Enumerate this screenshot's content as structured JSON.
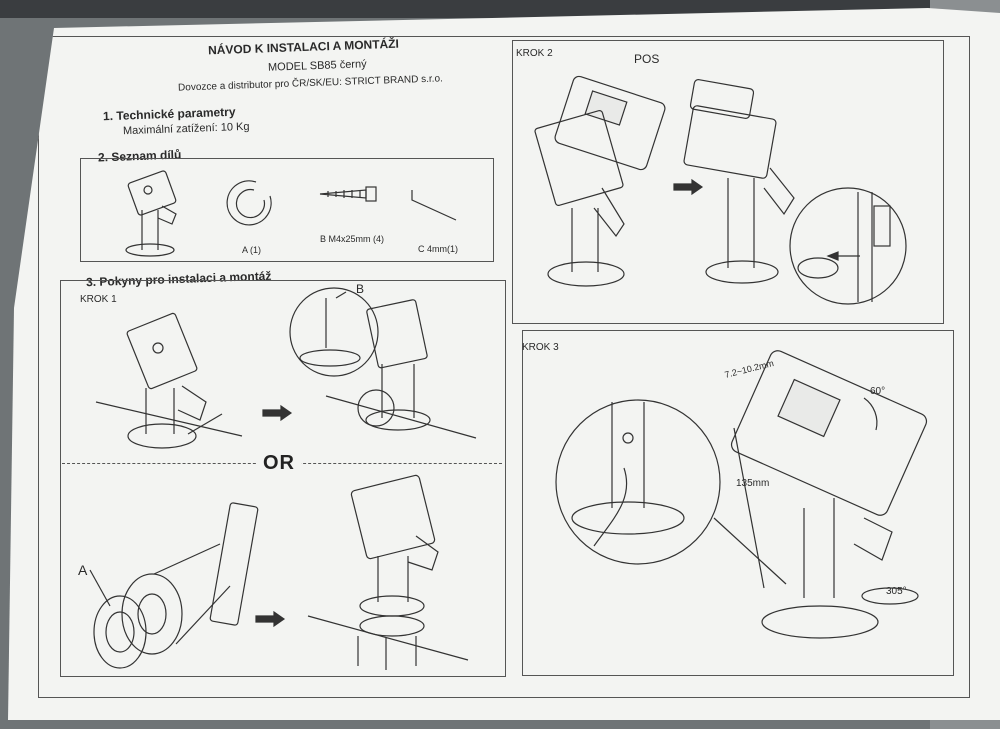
{
  "document": {
    "title": "NÁVOD K INSTALACI A MONTÁŽI",
    "model": "MODEL SB85 černý",
    "importer": "Dovozce a distributor pro ČR/SK/EU: STRICT BRAND s.r.o."
  },
  "sections": {
    "tech": {
      "heading": "1.   Technické parametry",
      "max_load": "Maximální zatížení: 10 Kg"
    },
    "parts": {
      "heading": "2.   Seznam dílů",
      "items": [
        {
          "label": "A (1)"
        },
        {
          "label": "B  M4x25mm (4)"
        },
        {
          "label": "C  4mm(1)"
        }
      ]
    },
    "install": {
      "heading": "3.   Pokyny pro instalaci a montáž"
    }
  },
  "steps": {
    "krok1": {
      "label": "KROK 1",
      "callout_b": "B",
      "or_text": "OR",
      "callout_a": "A"
    },
    "krok2": {
      "label": "KROK 2",
      "pos_label": "POS"
    },
    "krok3": {
      "label": "KROK 3",
      "width_label": "7.2~10.2mm",
      "tilt_label": "60°",
      "height_label": "135mm",
      "rotate_label": "305°"
    }
  },
  "colors": {
    "paper": "#f3f4f2",
    "background": "#6f7476",
    "ink": "#2a2a2a"
  }
}
